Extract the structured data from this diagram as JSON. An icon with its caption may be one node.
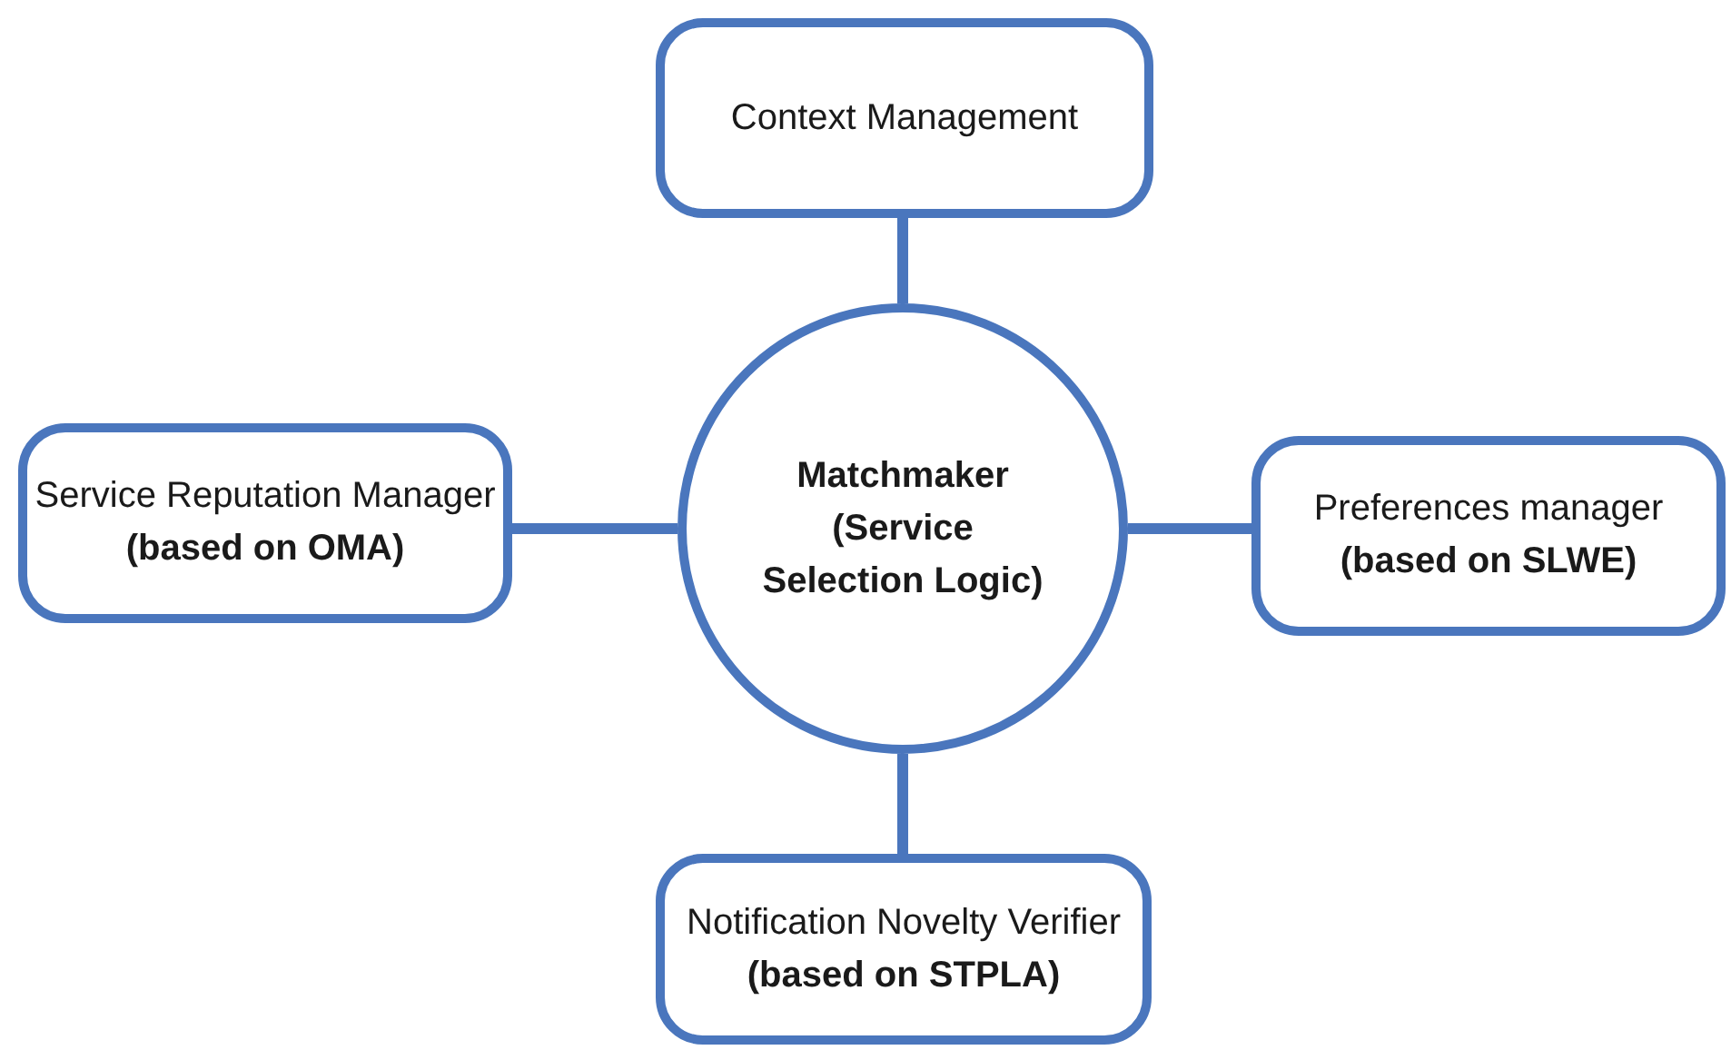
{
  "diagram": {
    "nodes": [
      {
        "text": [
          "Matchmaker (Service Selection Logic)"
        ]
      },
      {
        "text": [
          "Context Management"
        ]
      },
      {
        "text": [
          "Service Reputation Manager",
          "(based on OMA)"
        ]
      },
      {
        "text": [
          "Preferences manager",
          "(based on SLWE)"
        ]
      },
      {
        "text": [
          "Notification Novelty Verifier",
          "(based on STPLA)"
        ]
      }
    ],
    "edges": [
      {
        "from": 0,
        "to": 1,
        "arrow": "none"
      },
      {
        "from": 0,
        "to": 2,
        "arrow": "none"
      },
      {
        "from": 0,
        "to": 3,
        "arrow": "none"
      },
      {
        "from": 0,
        "to": 4,
        "arrow": "none"
      }
    ]
  }
}
